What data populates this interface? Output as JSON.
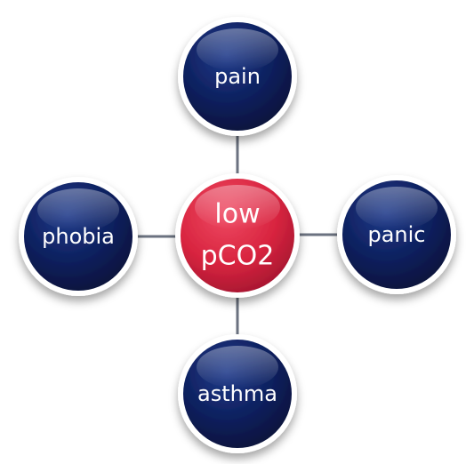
{
  "center": {
    "lines": [
      "low",
      "pCO2"
    ]
  },
  "nodes": {
    "top": "pain",
    "right": "panic",
    "bottom": "asthma",
    "left": "phobia"
  },
  "colors": {
    "center_fill": "#d8243f",
    "node_fill": "#0d1f5c",
    "ring": "#ffffff",
    "connector": "#6b7280"
  }
}
